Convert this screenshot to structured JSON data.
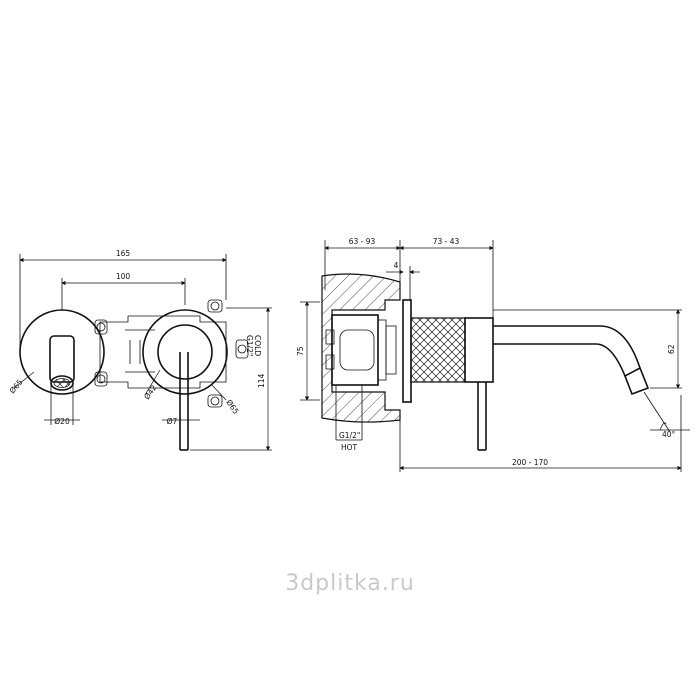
{
  "dimensions": {
    "front_width": "165",
    "front_spacing": "100",
    "dia_65_left": "Ø65",
    "dia_20": "Ø20",
    "dia_42": "Ø42",
    "dia_7": "Ø7",
    "dia_65_right": "Ø65",
    "cold_thread": "G1/2\"",
    "cold_label": "COLD",
    "height_114": "114",
    "side_depth_1": "63 - 93",
    "side_depth_2": "73 - 43",
    "side_4": "4",
    "side_75": "75",
    "side_62": "62",
    "hot_thread": "G1/2\"",
    "hot_label": "HOT",
    "spout_length": "200 - 170",
    "spout_angle": "40°"
  },
  "watermark": "3dplitka.ru"
}
